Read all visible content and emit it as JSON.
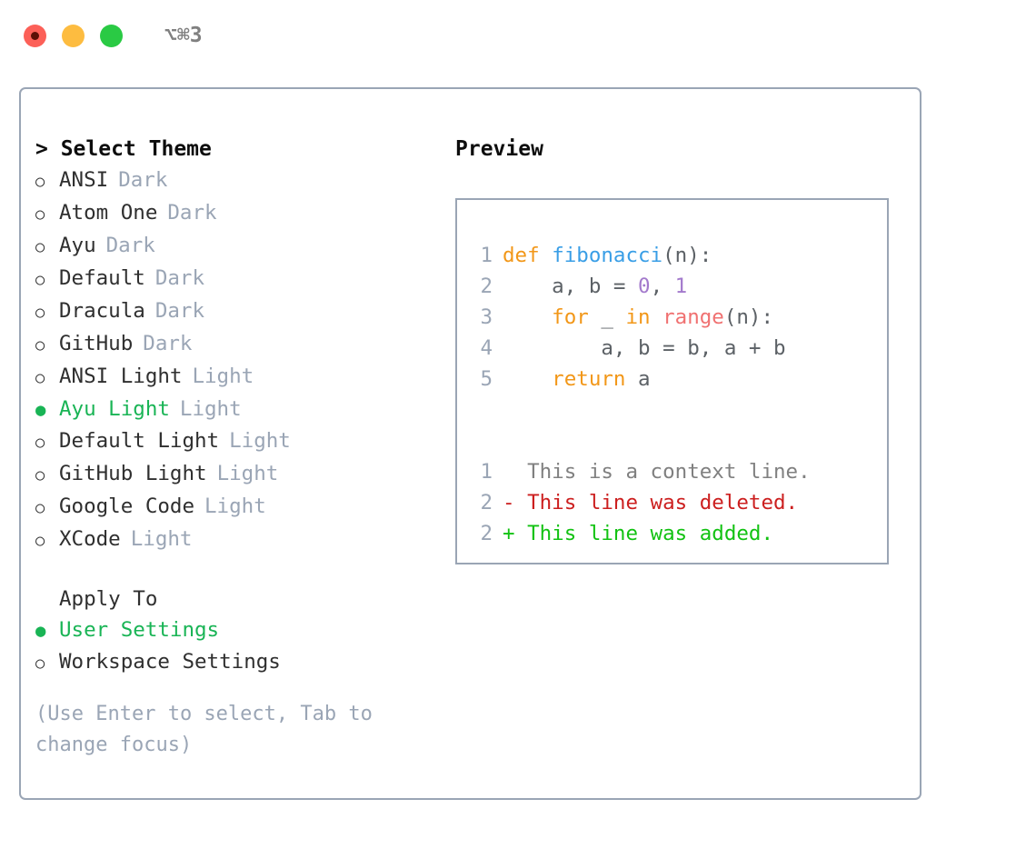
{
  "titlebar": {
    "shortcut": "⌥⌘3",
    "buttons": [
      {
        "name": "close",
        "color": "#fc6058"
      },
      {
        "name": "minimize",
        "color": "#fdbc40"
      },
      {
        "name": "maximize",
        "color": "#2aca44"
      }
    ]
  },
  "theme_picker": {
    "header": "> Select Theme",
    "options": [
      {
        "marker": "○",
        "label": "ANSI",
        "tag": "Dark",
        "selected": false
      },
      {
        "marker": "○",
        "label": "Atom One",
        "tag": "Dark",
        "selected": false
      },
      {
        "marker": "○",
        "label": "Ayu",
        "tag": "Dark",
        "selected": false
      },
      {
        "marker": "○",
        "label": "Default",
        "tag": "Dark",
        "selected": false
      },
      {
        "marker": "○",
        "label": "Dracula",
        "tag": "Dark",
        "selected": false
      },
      {
        "marker": "○",
        "label": "GitHub",
        "tag": "Dark",
        "selected": false
      },
      {
        "marker": "○",
        "label": "ANSI Light",
        "tag": "Light",
        "selected": false
      },
      {
        "marker": "●",
        "label": "Ayu Light",
        "tag": "Light",
        "selected": true
      },
      {
        "marker": "○",
        "label": "Default Light",
        "tag": "Light",
        "selected": false
      },
      {
        "marker": "○",
        "label": "GitHub Light",
        "tag": "Light",
        "selected": false
      },
      {
        "marker": "○",
        "label": "Google Code",
        "tag": "Light",
        "selected": false
      },
      {
        "marker": "○",
        "label": "XCode",
        "tag": "Light",
        "selected": false
      }
    ]
  },
  "apply_to": {
    "header": "Apply To",
    "options": [
      {
        "marker": "●",
        "label": "User Settings",
        "selected": true
      },
      {
        "marker": "○",
        "label": "Workspace Settings",
        "selected": false
      }
    ]
  },
  "hint": "(Use Enter to select, Tab to change focus)",
  "preview": {
    "title": "Preview",
    "code_lines": [
      {
        "lineno": "1",
        "tokens": [
          {
            "t": "def ",
            "c": "kw"
          },
          {
            "t": "fibonacci",
            "c": "fn"
          },
          {
            "t": "(n):",
            "c": "punct"
          }
        ]
      },
      {
        "lineno": "2",
        "tokens": [
          {
            "t": "    a, b = ",
            "c": "plain"
          },
          {
            "t": "0",
            "c": "num"
          },
          {
            "t": ", ",
            "c": "punct"
          },
          {
            "t": "1",
            "c": "num"
          }
        ]
      },
      {
        "lineno": "3",
        "tokens": [
          {
            "t": "    for ",
            "c": "kw"
          },
          {
            "t": "_ ",
            "c": "plain"
          },
          {
            "t": "in ",
            "c": "kw"
          },
          {
            "t": "range",
            "c": "call"
          },
          {
            "t": "(n):",
            "c": "punct"
          }
        ]
      },
      {
        "lineno": "4",
        "tokens": [
          {
            "t": "        a, b = b, a + b",
            "c": "plain"
          }
        ]
      },
      {
        "lineno": "5",
        "tokens": [
          {
            "t": "    return ",
            "c": "kw"
          },
          {
            "t": "a",
            "c": "plain"
          }
        ]
      }
    ],
    "diff_lines": [
      {
        "lineno": "1",
        "kind": "ctx",
        "text": "  This is a context line."
      },
      {
        "lineno": "2",
        "kind": "del",
        "text": "- This line was deleted."
      },
      {
        "lineno": "2",
        "kind": "add",
        "text": "+ This line was added."
      }
    ]
  },
  "colors": {
    "border": "#9aa5b5",
    "selected": "#19b455",
    "muted": "#9aa5b5",
    "keyword": "#f29718",
    "function": "#399ee6",
    "number": "#a37acc",
    "call": "#f07171",
    "diff_add": "#12c212",
    "diff_del": "#cc1f1f",
    "diff_ctx": "#808080"
  }
}
